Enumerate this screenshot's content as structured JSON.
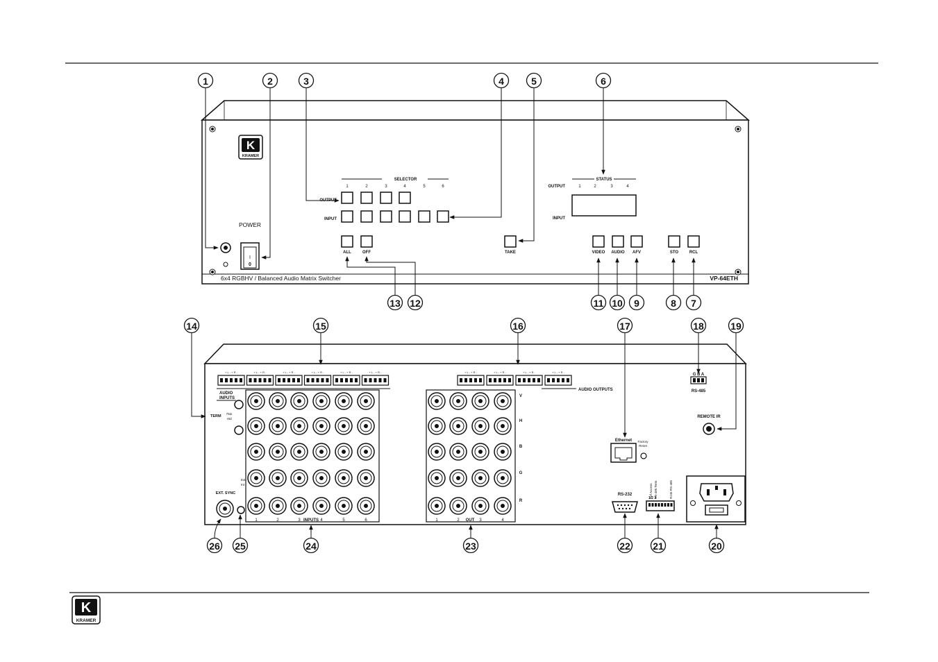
{
  "brand": {
    "name": "KRAMER",
    "logo_letter": "K"
  },
  "front_panel": {
    "power_label": "POWER",
    "power_on": "I",
    "power_off": "0",
    "selector_title": "SELECTOR",
    "selector_columns": [
      "1",
      "2",
      "3",
      "4",
      "5",
      "6"
    ],
    "output_label": "OUTPUT",
    "input_label": "INPUT",
    "all_label": "ALL",
    "off_label": "OFF",
    "take_label": "TAKE",
    "status_title": "STATUS",
    "status_output_label": "OUTPUT",
    "status_columns": [
      "1",
      "2",
      "3",
      "4"
    ],
    "status_input_label": "INPUT",
    "video_label": "VIDEO",
    "audio_label": "AUDIO",
    "afv_label": "AFV",
    "sto_label": "STO",
    "rcl_label": "RCL",
    "description": "6x4 RGBHV / Balanced Audio Matrix Switcher",
    "model": "VP-64ETH"
  },
  "rear_panel": {
    "audio_inputs_label": "AUDIO\nINPUTS",
    "audio_outputs_label": "AUDIO OUTPUTS",
    "term_label": "TERM",
    "term_options": [
      "75Ω",
      "HIZ"
    ],
    "ext_sync_label": "EXT. SYNC",
    "ext_sync_options": [
      "Ext",
      "Int"
    ],
    "inputs_label": "INPUTS",
    "input_columns": [
      "1",
      "2",
      "3",
      "4",
      "5",
      "6"
    ],
    "out_label": "OUT",
    "output_columns": [
      "1",
      "2",
      "3",
      "4"
    ],
    "signal_rows": [
      "V",
      "H",
      "B",
      "G",
      "R"
    ],
    "ethernet_label": "Ethernet",
    "factory_reset_label": "Factory\nReset",
    "rs232_label": "RS-232",
    "dip_labels": [
      "Ref Access",
      "RS-485 Term",
      "RJ45 RS-485"
    ],
    "dip_numbers": "1 2 3",
    "rs485_label": "RS-485",
    "rs485_pins": "G B A",
    "remote_ir_label": "REMOTE IR"
  },
  "callouts": [
    "1",
    "2",
    "3",
    "4",
    "5",
    "6",
    "7",
    "8",
    "9",
    "10",
    "11",
    "12",
    "13",
    "14",
    "15",
    "16",
    "17",
    "18",
    "19",
    "20",
    "21",
    "22",
    "23",
    "24",
    "25",
    "26"
  ]
}
